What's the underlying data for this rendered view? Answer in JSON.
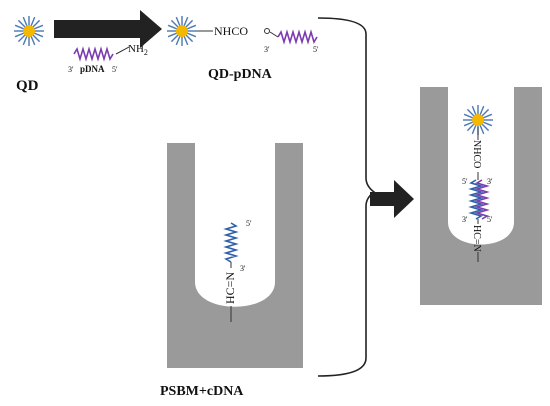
{
  "labels": {
    "qd": "QD",
    "pdna": "pDNA",
    "nh2": "NH",
    "nh2_sub": "2",
    "nhco": "NHCO",
    "qd_pdna": "QD-pDNA",
    "hcn": "HC=N",
    "psbm_cdna": "PSBM+cDNA",
    "nhco_vertical": "NHCO",
    "hcn_vertical": "HC=N"
  },
  "strand_ends": {
    "pdna_left": "3'",
    "pdna_right": "5'",
    "qd_pdna_left": "3'",
    "qd_pdna_right": "5'",
    "cdna_top": "5'",
    "cdna_bottom": "3'",
    "product_p_top": "3'",
    "product_p_bottom": "5'",
    "product_c_top": "5'",
    "product_c_bottom": "3'"
  },
  "colors": {
    "qd_core": "#f5b800",
    "qd_ligand": "#4a78b4",
    "pdna_strand": "#7a3cb0",
    "cdna_strand": "#2e5fa8",
    "pore": "#9a9a9a",
    "arrow": "#222222"
  },
  "icons": {
    "quantum_dot": "qd-icon",
    "reaction_arrow": "arrow-icon",
    "bracket": "bracket-icon"
  }
}
